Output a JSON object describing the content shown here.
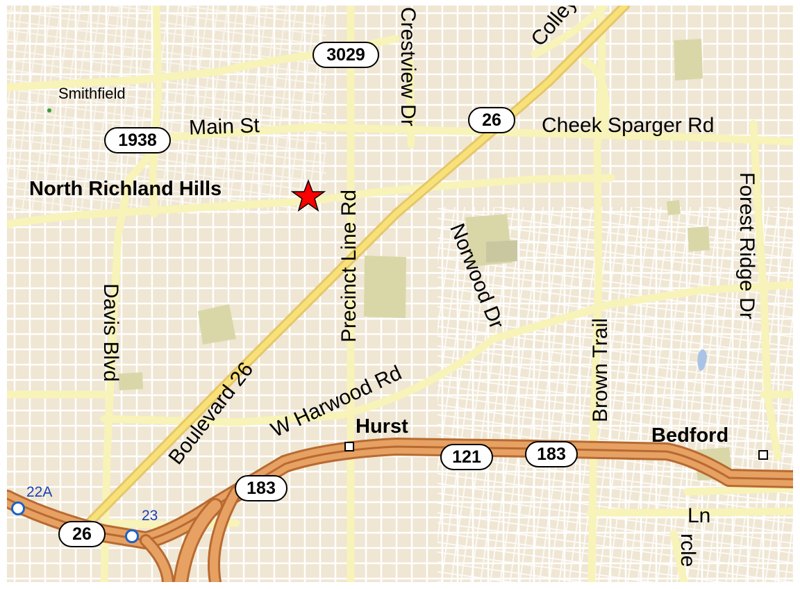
{
  "streets": {
    "main_st": "Main St",
    "cheek_sparger": "Cheek Sparger Rd",
    "colleyville": "Colley",
    "precinct_line": "Precinct Line Rd",
    "crestview": "Crestview Dr",
    "norwood": "Norwood Dr",
    "davis": "Davis Blvd",
    "boulevard26": "Boulevard 26",
    "harwood": "W Harwood Rd",
    "brown_trail": "Brown Trail",
    "forest_ridge": "Forest Ridge Dr",
    "ln": "Ln",
    "circle": "rcle"
  },
  "places": {
    "north_richland_hills": "North Richland Hills",
    "smithfield": "Smithfield",
    "hurst": "Hurst",
    "bedford": "Bedford"
  },
  "shields": {
    "s3029": "3029",
    "s26_top": "26",
    "s1938": "1938",
    "s121": "121",
    "s183_right": "183",
    "s183_left": "183",
    "s26_bottom": "26"
  },
  "exits": {
    "e22a": "22A",
    "e23": "23"
  },
  "colors": {
    "background": "#efe6d3",
    "street": "#ffffff",
    "arterial": "#f8f3b8",
    "freeway": "#e6a163",
    "boulevard": "#f5d96a",
    "park": "#d9d7a8",
    "marker": "#ff0000"
  }
}
